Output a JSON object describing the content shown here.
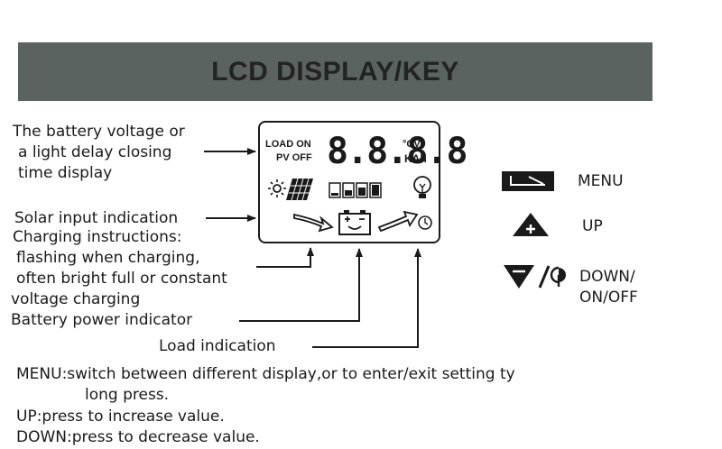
{
  "banner": {
    "title": "LCD DISPLAY/KEY"
  },
  "labels": {
    "voltage_1": "The battery voltage or",
    "voltage_2": "a light delay closing",
    "voltage_3": "time display",
    "solar": "Solar input indication",
    "charging_1": "Charging instructions:",
    "charging_2": "flashing when charging,",
    "charging_3": "often bright full or constant",
    "charging_4": "voltage charging",
    "battery": "Battery power indicator",
    "load": "Load indication"
  },
  "lcd": {
    "load_on": "LOAD ON",
    "pv_off": "PV OFF",
    "digits": "8.8.8.8",
    "cv": "°CV",
    "kah": "KAh"
  },
  "keys": {
    "menu": "MENU",
    "up": "UP",
    "down_1": "DOWN/",
    "down_2": "ON/OFF"
  },
  "descriptions": {
    "menu_1": "MENU:switch between different display,or to enter/exit setting ty",
    "menu_2": "long press.",
    "up": "UP:press to increase value.",
    "down": "DOWN:press to decrease value."
  },
  "colors": {
    "banner_bg": "#5a635f",
    "ink": "#1a1a1a"
  }
}
